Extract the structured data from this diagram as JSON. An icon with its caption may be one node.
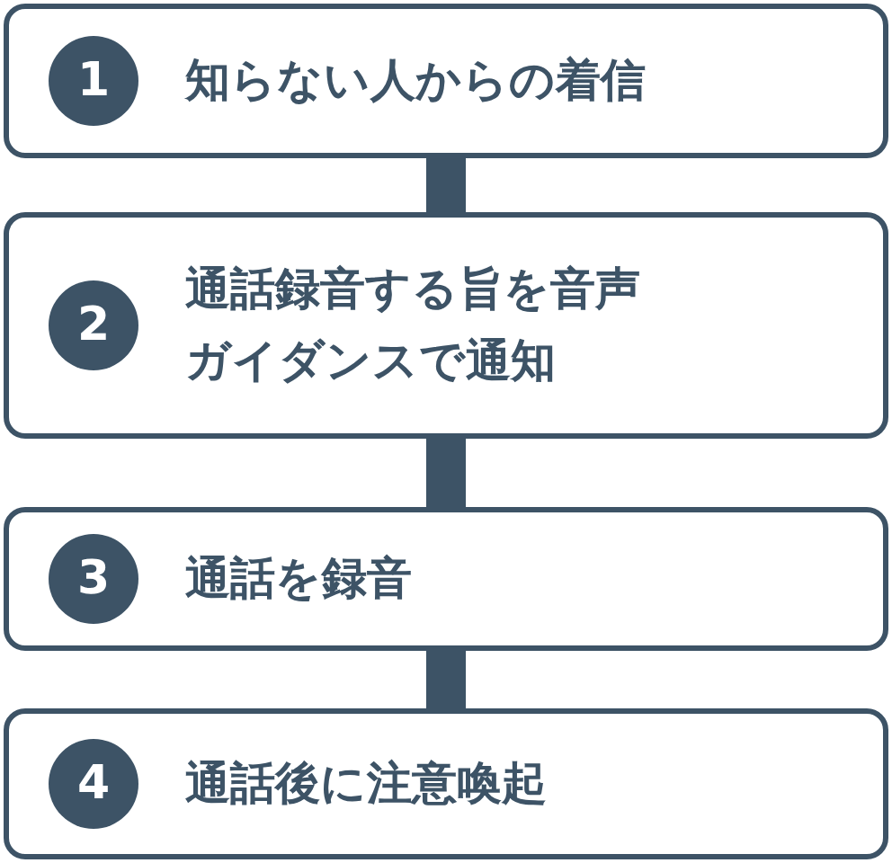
{
  "diagram": {
    "nodes": [
      {
        "text": [
          "知らない人からの着信"
        ]
      },
      {
        "text": [
          "1"
        ],
        "in": 0
      },
      {
        "text": [
          "通話録音する旨を音声ガイダンスで通知"
        ]
      },
      {
        "text": [
          "2"
        ],
        "in": 2
      },
      {
        "text": [
          "通話を録音"
        ]
      },
      {
        "text": [
          "3"
        ],
        "in": 4
      },
      {
        "text": [
          "通話後に注意喚起"
        ]
      },
      {
        "text": [
          "4"
        ],
        "in": 6
      }
    ],
    "edges": [
      {
        "from": 0,
        "to": 2,
        "arrow": "none"
      },
      {
        "from": 2,
        "to": 4,
        "arrow": "none"
      },
      {
        "from": 4,
        "to": 6,
        "arrow": "none"
      }
    ]
  }
}
